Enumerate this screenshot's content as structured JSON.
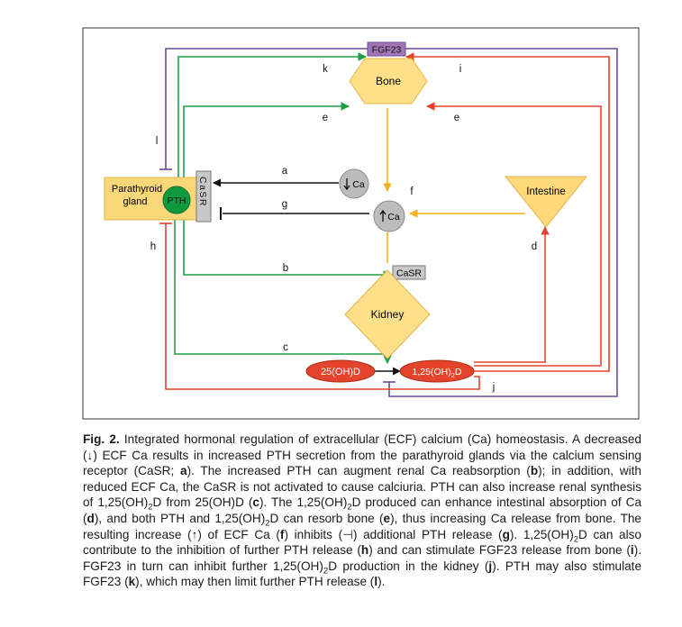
{
  "diagram": {
    "nodes": {
      "fgf23": "FGF23",
      "bone": "Bone",
      "parathyroid_line1": "Parathyroid",
      "parathyroid_line2": "gland",
      "pth": "PTH",
      "casr_vertical": "CaSR",
      "decreased_ca": "Ca",
      "increased_ca": "Ca",
      "intestine": "Intestine",
      "casr_kidney": "CaSR",
      "kidney": "Kidney",
      "vit_d_25": "25(OH)D",
      "vit_d_125_prefix": "1,25(OH)",
      "vit_d_125_sub": "2",
      "vit_d_125_suffix": "D"
    },
    "pathway_labels": {
      "a": "a",
      "b": "b",
      "c": "c",
      "d": "d",
      "e_left": "e",
      "e_right": "e",
      "f": "f",
      "g": "g",
      "h": "h",
      "i": "i",
      "j": "j",
      "k": "k",
      "l": "l"
    },
    "colors": {
      "green": "#1e9e46",
      "orange": "#f3b020",
      "red": "#e3442b",
      "purple": "#6a4c93",
      "black": "#111111",
      "bone_fill": "#ffe08a",
      "parathyroid_fill": "#fad87a",
      "pth_fill": "#0e9a3e",
      "intestine_fill": "#ffd97a",
      "kidney_fill": "#ffe08a",
      "grey_node": "#bcbcbc",
      "vit_d_fill": "#e3442b",
      "fgf23_fill": "#a276b6"
    }
  },
  "caption": {
    "fig_label": "Fig. 2.",
    "p1": " Integrated hormonal regulation of extracellular (ECF) calcium (Ca) homeostasis. A decreased (↓) ECF Ca results in increased PTH secretion from the parathyroid glands via the calcium sensing receptor (CaSR; ",
    "b_a": "a",
    "p2": "). The increased PTH can augment renal Ca reabsorption (",
    "b_b": "b",
    "p3": "); in addition, with reduced ECF Ca, the CaSR is not activated to cause calciuria. PTH can also increase renal synthesis of 1,25(OH)",
    "s1": "2",
    "p4": "D from 25(OH)D (",
    "b_c": "c",
    "p5": "). The 1,25(OH)",
    "s2": "2",
    "p6": "D produced can enhance intestinal absorption of Ca (",
    "b_d": "d",
    "p7": "), and both PTH and 1,25(OH)",
    "s3": "2",
    "p8": "D can resorb bone (",
    "b_e": "e",
    "p9": "), thus increasing Ca release from bone. The resulting increase (↑) of ECF Ca (",
    "b_f": "f",
    "p10": ") inhibits (⊣) additional PTH release (",
    "b_g": "g",
    "p11": "). 1,25(OH)",
    "s4": "2",
    "p12": "D can also contribute to the inhibition of further PTH release (",
    "b_h": "h",
    "p13": ") and can stimulate FGF23 release from bone (",
    "b_i": "i",
    "p14": "). FGF23 in turn can inhibit further 1,25(OH)",
    "s5": "2",
    "p15": "D production in the kidney (",
    "b_j": "j",
    "p16": "). PTH may also stimulate FGF23 (",
    "b_k": "k",
    "p17": "), which may then limit further PTH release (",
    "b_l": "l",
    "p18": ")."
  }
}
